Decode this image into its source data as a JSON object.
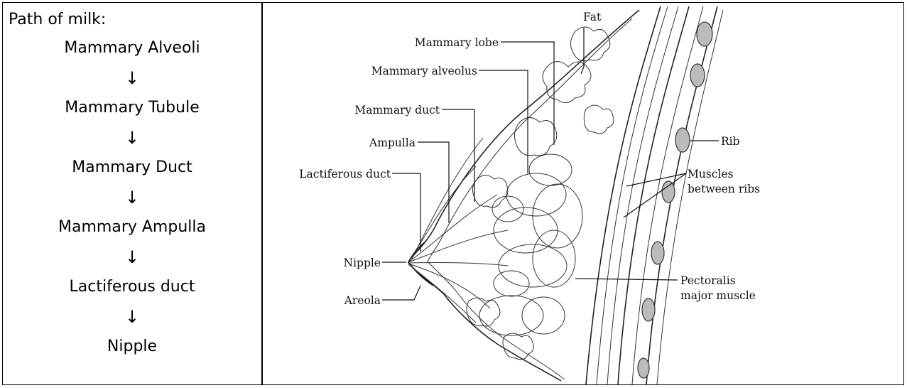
{
  "path_panel": {
    "title": "Path of milk:",
    "arrow": "↓",
    "steps": [
      "Mammary Alveoli",
      "Mammary Tubule",
      "Mammary Duct",
      "Mammary Ampulla",
      "Lactiferous duct",
      "Nipple"
    ]
  },
  "diagram": {
    "labels": {
      "fat": "Fat",
      "mammary_lobe": "Mammary lobe",
      "mammary_alveolus": "Mammary alveolus",
      "mammary_duct": "Mammary duct",
      "ampulla": "Ampulla",
      "lactiferous_duct": "Lactiferous duct",
      "nipple": "Nipple",
      "areola": "Areola",
      "rib": "Rib",
      "muscles_line1": "Muscles",
      "muscles_line2": "between ribs",
      "pectoralis_line1": "Pectoralis",
      "pectoralis_line2": "major muscle"
    }
  }
}
